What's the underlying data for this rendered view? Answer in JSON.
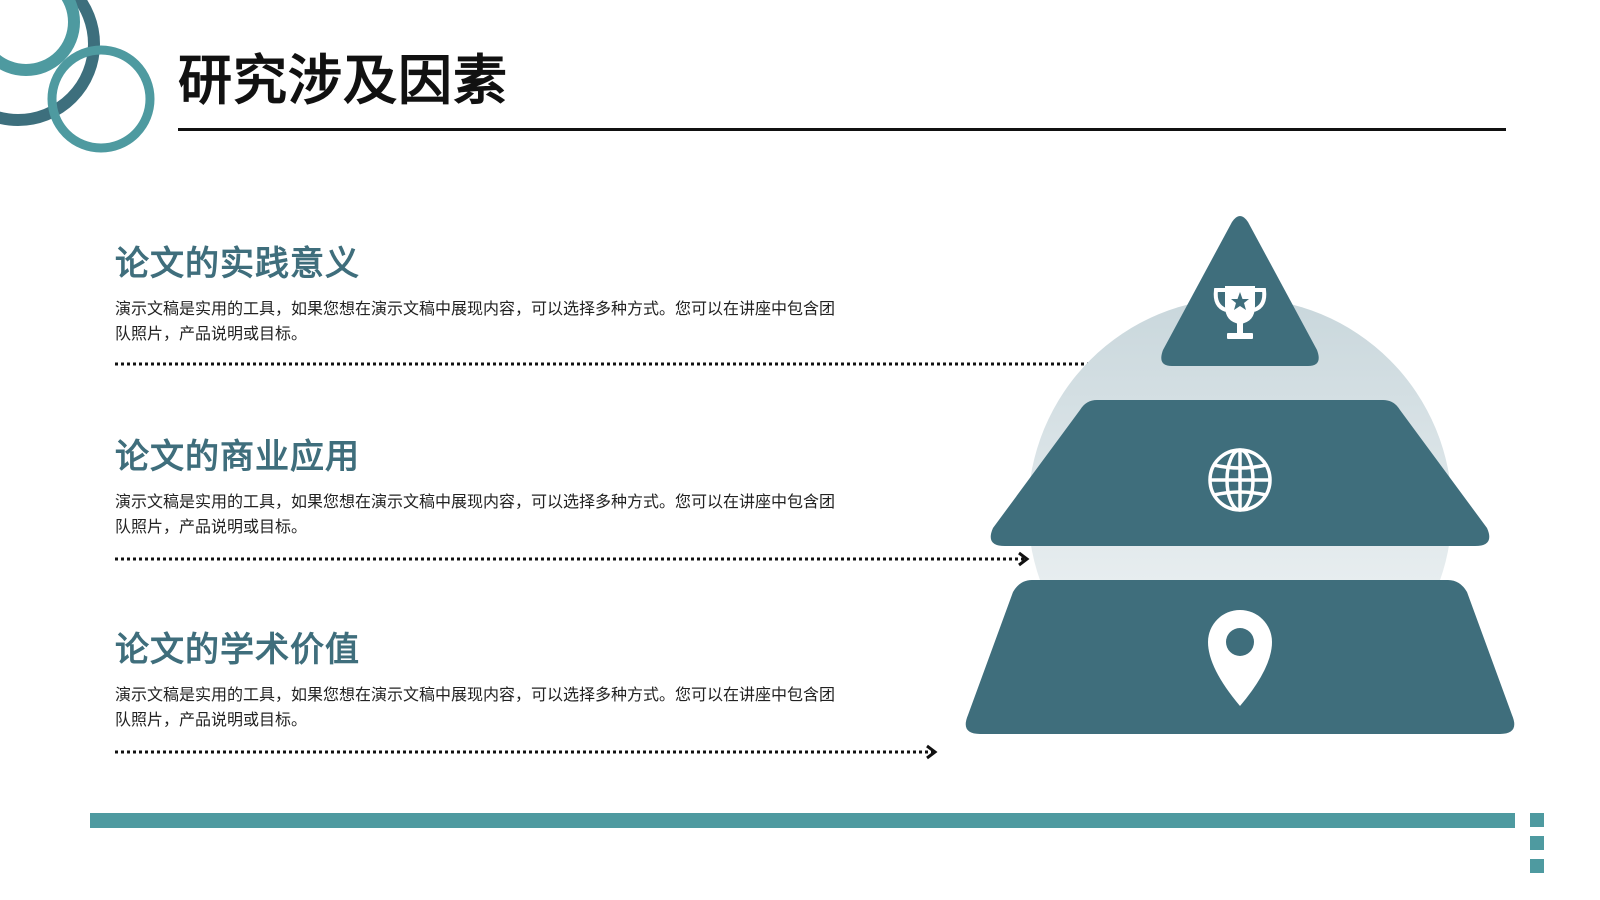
{
  "page": {
    "title": "研究涉及因素"
  },
  "items": [
    {
      "title": "论文的实践意义",
      "desc": "演示文稿是实用的工具，如果您想在演示文稿中展现内容，可以选择多种方式。您可以在讲座中包含团队照片，产品说明或目标。",
      "icon": "trophy-icon"
    },
    {
      "title": "论文的商业应用",
      "desc": "演示文稿是实用的工具，如果您想在演示文稿中展现内容，可以选择多种方式。您可以在讲座中包含团队照片，产品说明或目标。",
      "icon": "globe-icon"
    },
    {
      "title": "论文的学术价值",
      "desc": "演示文稿是实用的工具，如果您想在演示文稿中展现内容，可以选择多种方式。您可以在讲座中包含团队照片，产品说明或目标。",
      "icon": "location-pin-icon"
    }
  ],
  "colors": {
    "primary_dark": "#3f6e7c",
    "accent_teal": "#4e9aa0",
    "ring_dark": "#3d6f7d",
    "text_dark": "#111111",
    "halo_top": "#c9d7dc",
    "halo_bottom": "#f6f8f9"
  }
}
